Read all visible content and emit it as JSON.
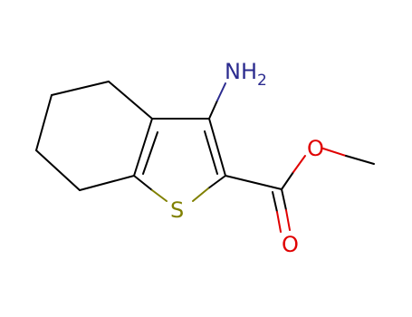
{
  "molecule": {
    "atoms": {
      "nitrogen": {
        "text": "NH",
        "subscript": "2",
        "color": "#2b2b8f"
      },
      "sulfur": {
        "text": "S",
        "color": "#808000"
      },
      "oxygen_ether": {
        "text": "O",
        "color": "#e00000"
      },
      "oxygen_carbonyl": {
        "text": "O",
        "color": "#e00000"
      }
    },
    "bond_color": "#000000"
  }
}
